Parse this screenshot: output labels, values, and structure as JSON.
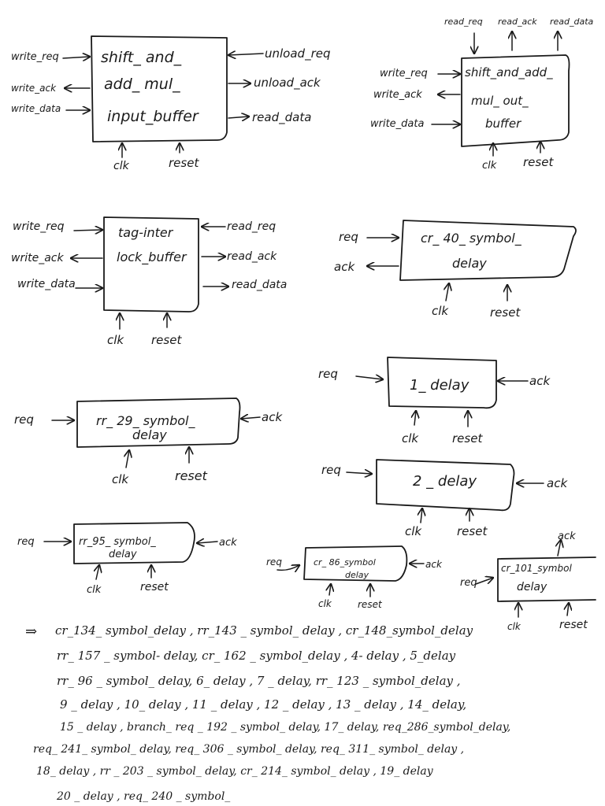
{
  "blocks": {
    "shift_in": {
      "lines": [
        "shift_ and_",
        "add_ mul_",
        "input_buffer"
      ],
      "inputs_left": [
        "write_req",
        "write_ack",
        "write_data"
      ],
      "outputs_right": [
        "unload_req",
        "unload_ack",
        "read_data"
      ],
      "bottom": [
        "clk",
        "reset"
      ]
    },
    "shift_out": {
      "lines": [
        "shift_and_add_",
        "mul_ out_",
        "buffer"
      ],
      "inputs_left": [
        "write_req",
        "write_ack",
        "write_data"
      ],
      "top": [
        "read_req",
        "read_ack",
        "read_data"
      ],
      "bottom": [
        "clk",
        "reset"
      ]
    },
    "tag_interlock": {
      "lines": [
        "tag-inter",
        "lock_buffer"
      ],
      "inputs_left": [
        "write_req",
        "write_ack",
        "write_data"
      ],
      "outputs_right": [
        "read_req",
        "read_ack",
        "read_data"
      ],
      "bottom": [
        "clk",
        "reset"
      ]
    },
    "cr40": {
      "lines": [
        "cr_ 40_ symbol_",
        "delay"
      ],
      "left": [
        "req",
        "ack"
      ],
      "bottom": [
        "clk",
        "reset"
      ]
    },
    "d1": {
      "lines": [
        "1_ delay"
      ],
      "left": [
        "req"
      ],
      "right": [
        "ack"
      ],
      "bottom": [
        "clk",
        "reset"
      ]
    },
    "rr29": {
      "lines": [
        "rr_ 29_ symbol_",
        "delay"
      ],
      "left": [
        "req"
      ],
      "right": [
        "ack"
      ],
      "bottom": [
        "clk",
        "reset"
      ]
    },
    "d2": {
      "lines": [
        "2 _ delay"
      ],
      "left": [
        "req"
      ],
      "right": [
        "ack"
      ],
      "bottom": [
        "clk",
        "reset"
      ]
    },
    "rr95": {
      "lines": [
        "rr_95_ symbol_",
        "delay"
      ],
      "left": [
        "req"
      ],
      "right": [
        "ack"
      ],
      "bottom": [
        "clk",
        "reset"
      ]
    },
    "cr86": {
      "lines": [
        "cr_ 86_symbol",
        "delay"
      ],
      "left": [
        "req"
      ],
      "right": [
        "ack"
      ],
      "bottom": [
        "clk",
        "reset"
      ]
    },
    "cr101": {
      "lines": [
        "cr_101_symbol",
        "delay"
      ],
      "left": [
        "req"
      ],
      "top": [
        "ack"
      ],
      "bottom": [
        "clk",
        "reset"
      ]
    }
  },
  "notes": {
    "arrow": "⇒",
    "lines": [
      "cr_134_ symbol_delay ,  rr_143 _ symbol_ delay ,  cr_148_symbol_delay",
      "rr_ 157 _ symbol- delay,   cr_ 162 _ symbol_delay ,  4- delay , 5_delay",
      "rr_ 96 _ symbol_ delay,   6_ delay ,  7 _ delay,   rr_ 123 _ symbol_delay ,",
      "9 _ delay ,  10_ delay ,  11 _ delay ,   12 _ delay ,  13 _ delay ,  14_ delay,",
      "15 _ delay ,  branch_ req _ 192 _ symbol_ delay,  17_ delay,  req_286_symbol_delay,",
      "req_ 241_ symbol_ delay,  req_ 306 _ symbol_ delay,  req_ 311_ symbol_ delay ,",
      "18_ delay ,  rr _ 203 _ symbol_ delay,  cr_ 214_ symbol_ delay ,  19_ delay",
      "20 _ delay ,  req_ 240 _ symbol_"
    ]
  }
}
